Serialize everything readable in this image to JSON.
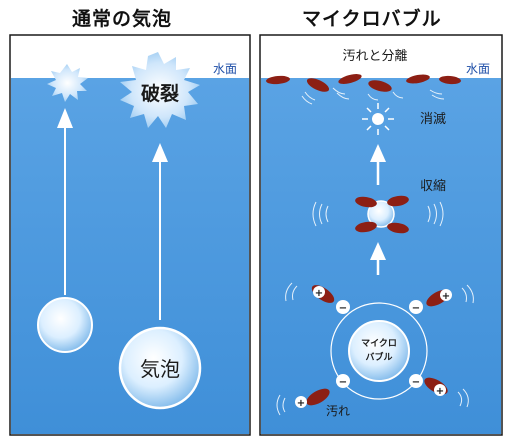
{
  "left_panel": {
    "title": "通常の気泡",
    "water_surface_label": "水面",
    "burst_label": "破裂",
    "bubble_label": "気泡"
  },
  "right_panel": {
    "title": "マイクロバブル",
    "water_surface_label": "水面",
    "separation_label": "汚れと分離",
    "vanish_label": "消滅",
    "shrink_label": "収縮",
    "microbubble_label_line1": "マイクロ",
    "microbubble_label_line2": "バブル",
    "dirt_label": "汚れ",
    "plus_sign": "+",
    "minus_sign": "−"
  },
  "colors": {
    "water": "#4f9be0",
    "water_dark": "#3a86cf",
    "air": "#ffffff",
    "frame": "#1a1a1a",
    "dirt": "#8c1f14",
    "label_blue": "#1f4fa8"
  }
}
